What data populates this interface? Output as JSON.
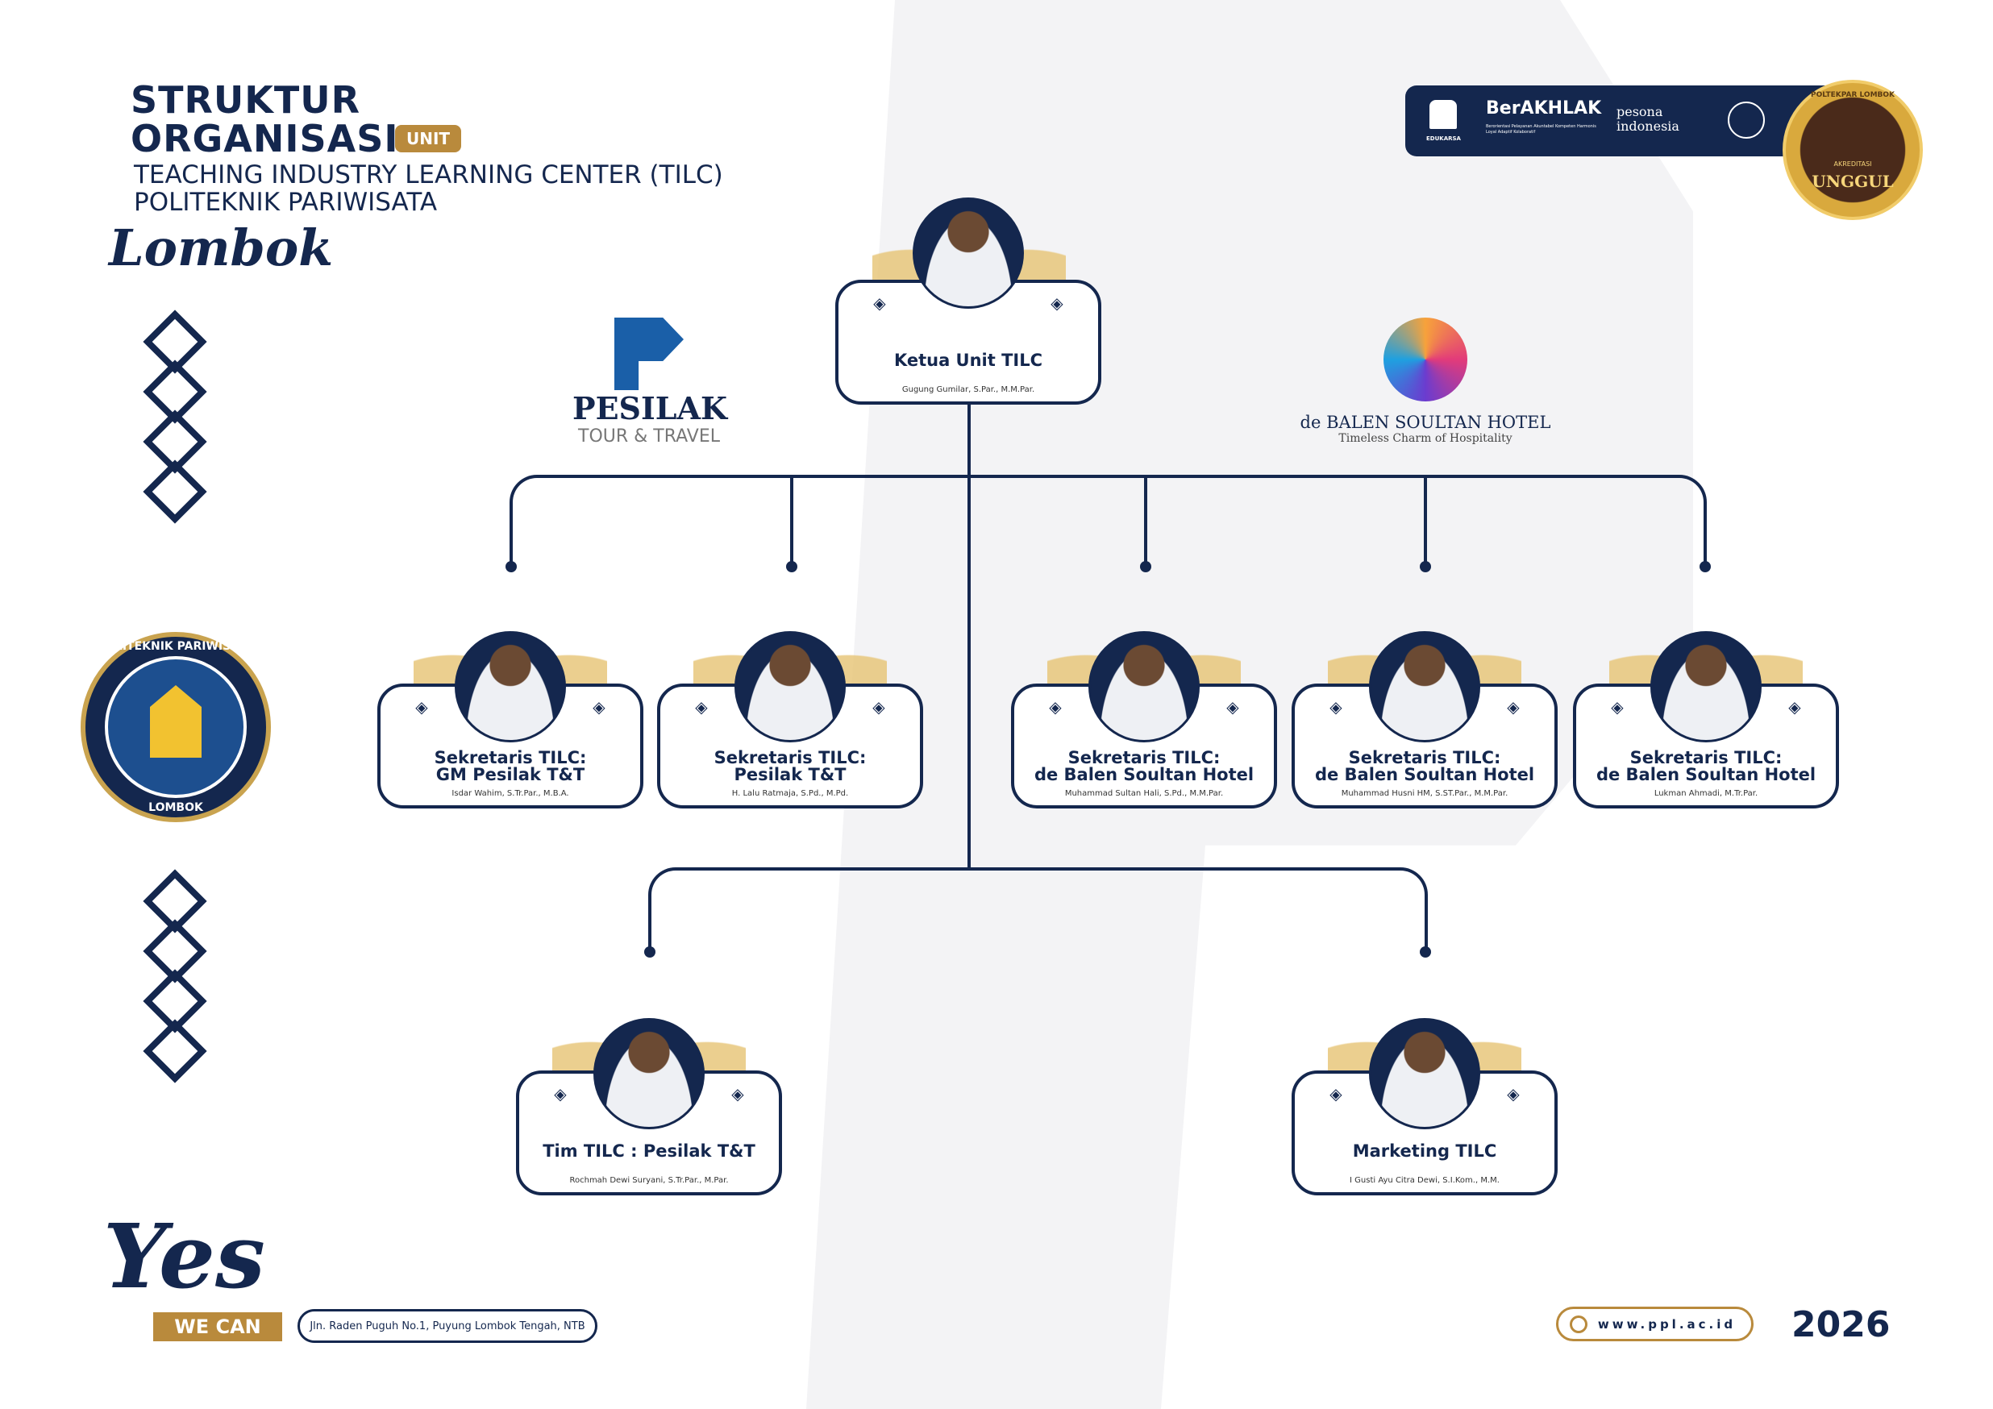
{
  "header": {
    "title_line1": "STRUKTUR",
    "title_line2": "ORGANISASI",
    "badge": "UNIT",
    "subtitle_line1": "TEACHING INDUSTRY LEARNING CENTER (TILC)",
    "subtitle_line2": "POLITEKNIK PARIWISATA",
    "subtitle_script": "Lombok"
  },
  "partners": {
    "pesilak_name": "PESILAK",
    "pesilak_tag": "TOUR & TRAVEL",
    "hotel_name": "de BALEN SOULTAN HOTEL",
    "hotel_tag": "Timeless Charm of Hospitality"
  },
  "banner": {
    "edukarsa": "EDUKARSA",
    "berakhlak": "BerAKHLAK",
    "berakhlak_tag": "Berorientasi Pelayanan Akuntabel Kompeten Harmonis Loyal Adaptif Kolaboratif",
    "pesona": "pesona indonesia",
    "seal_top": "POLTEKPAR LOMBOK",
    "seal_sub": "AKREDITASI",
    "seal_main": "UNGGUL"
  },
  "logo": {
    "text_top": "POLITEKNIK PARIWISATA",
    "text_bottom": "LOMBOK"
  },
  "org": {
    "head": {
      "title": "Ketua Unit TILC",
      "name": "Gugung Gumilar, S.Par., M.M.Par."
    },
    "level2": [
      {
        "title1": "Sekretaris TILC:",
        "title2": "GM Pesilak T&T",
        "name": "Isdar Wahim, S.Tr.Par., M.B.A."
      },
      {
        "title1": "Sekretaris TILC:",
        "title2": "Pesilak T&T",
        "name": "H. Lalu Ratmaja, S.Pd., M.Pd."
      },
      {
        "title1": "Sekretaris TILC:",
        "title2": "de Balen Soultan Hotel",
        "name": "Muhammad Sultan Hali, S.Pd., M.M.Par."
      },
      {
        "title1": "Sekretaris TILC:",
        "title2": "de Balen Soultan Hotel",
        "name": "Muhammad Husni HM, S.ST.Par., M.M.Par."
      },
      {
        "title1": "Sekretaris TILC:",
        "title2": "de Balen Soultan Hotel",
        "name": "Lukman Ahmadi, M.Tr.Par."
      }
    ],
    "level3": [
      {
        "title": "Tim TILC : Pesilak T&T",
        "name": "Rochmah Dewi Suryani, S.Tr.Par., M.Par."
      },
      {
        "title": "Marketing TILC",
        "name": "I Gusti Ayu Citra Dewi, S.I.Kom., M.M."
      }
    ]
  },
  "footer": {
    "yes": "Yes",
    "wecan": "WE CAN",
    "address": "Jln. Raden Puguh No.1, Puyung Lombok Tengah, NTB",
    "website": "www.ppl.ac.id",
    "year": "2026"
  },
  "colors": {
    "navy": "#14274e",
    "gold": "#b98a3c"
  }
}
